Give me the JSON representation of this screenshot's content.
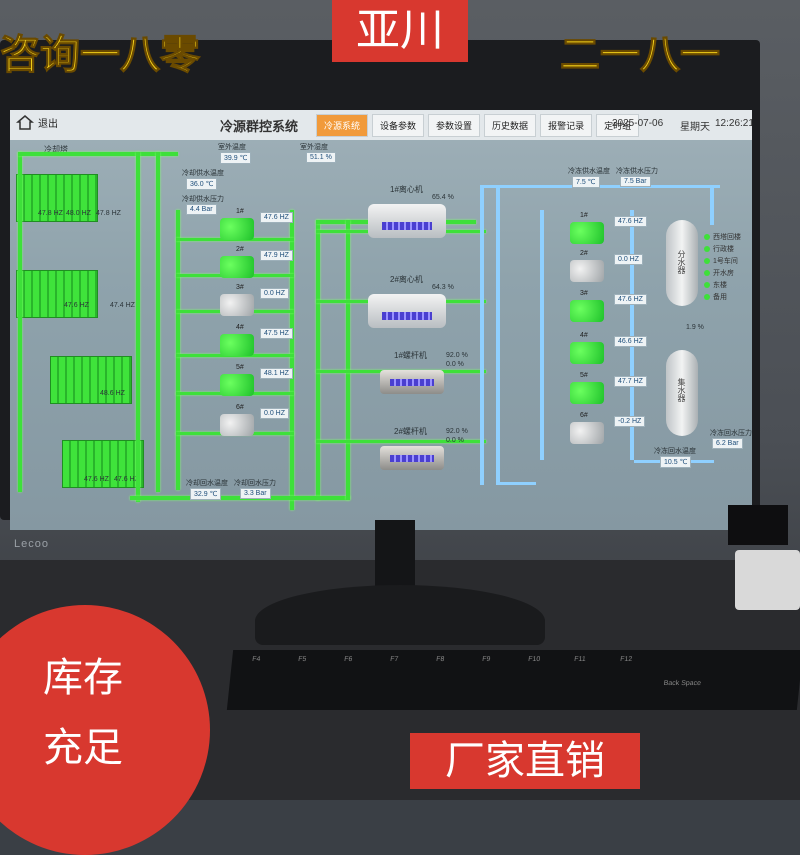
{
  "banner": {
    "brand": "亚川",
    "ticker_left": "咨询一八零",
    "ticker_right": "二一八一",
    "stock": [
      "库存",
      "充足"
    ],
    "factory": "厂家直销"
  },
  "monitor": {
    "brand": "Lecoo"
  },
  "app": {
    "logout": "退出",
    "title": "冷源群控系统",
    "tabs": [
      "冷源系统",
      "设备参数",
      "参数设置",
      "历史数据",
      "报警记录",
      "定时组"
    ],
    "date": "2025-07-06",
    "weekday": "星期天",
    "time": "12:26:21"
  },
  "cooling_tower": {
    "label": "冷却塔",
    "hz": [
      "47.8 HZ",
      "48.0 HZ",
      "47.8 HZ",
      "47.6 HZ",
      "47.4 HZ",
      "48.6 HZ",
      "47.6 HZ",
      "47.6 HZ"
    ]
  },
  "top_params": {
    "temp_label": "室外温度",
    "temp_value": "39.9 ℃",
    "humid_label": "室外湿度",
    "humid_value": "51.1 %",
    "supply_temp_label": "冷却供水温度",
    "supply_temp_value": "36.0 ℃",
    "supply_press_label": "冷却供水压力",
    "supply_press_value": "4.4 Bar"
  },
  "cooling_pumps": [
    {
      "num": "1#",
      "hz": "47.6 HZ",
      "on": true
    },
    {
      "num": "2#",
      "hz": "47.9 HZ",
      "on": true
    },
    {
      "num": "3#",
      "hz": "0.0 HZ",
      "on": false
    },
    {
      "num": "4#",
      "hz": "47.5 HZ",
      "on": true
    },
    {
      "num": "5#",
      "hz": "48.1 HZ",
      "on": true
    },
    {
      "num": "6#",
      "hz": "0.0 HZ",
      "on": false
    }
  ],
  "bottom_params": {
    "return_temp_label": "冷却回水温度",
    "return_temp_value": "32.9 ℃",
    "return_press_label": "冷却回水压力",
    "return_press_value": "3.3 Bar"
  },
  "chillers": [
    {
      "name": "1#离心机",
      "pct1": "65.4 %",
      "pct2": "",
      "type": "centrifugal"
    },
    {
      "name": "2#离心机",
      "pct1": "64.3 %",
      "pct2": "",
      "type": "centrifugal"
    },
    {
      "name": "1#螺杆机",
      "pct1": "92.0 %",
      "pct2": "0.0 %",
      "type": "screw"
    },
    {
      "name": "2#螺杆机",
      "pct1": "92.0 %",
      "pct2": "0.0 %",
      "type": "screw"
    }
  ],
  "chilled_params": {
    "supply_temp_label": "冷冻供水温度",
    "supply_temp_value": "7.5 ℃",
    "supply_press_label": "冷冻供水压力",
    "supply_press_value": "7.5 Bar",
    "return_temp_label": "冷冻回水温度",
    "return_temp_value": "10.5 ℃",
    "return_press_label": "冷冻回水压力",
    "return_press_value": "6.2 Bar"
  },
  "chilled_pumps": [
    {
      "num": "1#",
      "hz": "47.6 HZ",
      "on": true
    },
    {
      "num": "2#",
      "hz": "0.0 HZ",
      "on": false
    },
    {
      "num": "3#",
      "hz": "47.6 HZ",
      "on": true
    },
    {
      "num": "4#",
      "hz": "46.6 HZ",
      "on": true
    },
    {
      "num": "5#",
      "hz": "47.7 HZ",
      "on": true
    },
    {
      "num": "6#",
      "hz": "-0.2 HZ",
      "on": false
    }
  ],
  "manifold": {
    "supply_label": "分水器",
    "return_label": "集水器",
    "bypass_pct": "1.9 %",
    "legend": [
      "西塔回楼",
      "行政楼",
      "1号车间",
      "开水房",
      "东楼",
      "备用"
    ]
  },
  "keyboard": {
    "keys": [
      "F4",
      "F5",
      "F6",
      "F7",
      "F8",
      "F9",
      "F10",
      "F11",
      "F12",
      "Back Space"
    ]
  },
  "colors": {
    "pipe_green": "#3ee03a",
    "pipe_blue": "#8fd0ff",
    "tab_active": "#f19a3a",
    "banner_red": "#d8382f"
  }
}
